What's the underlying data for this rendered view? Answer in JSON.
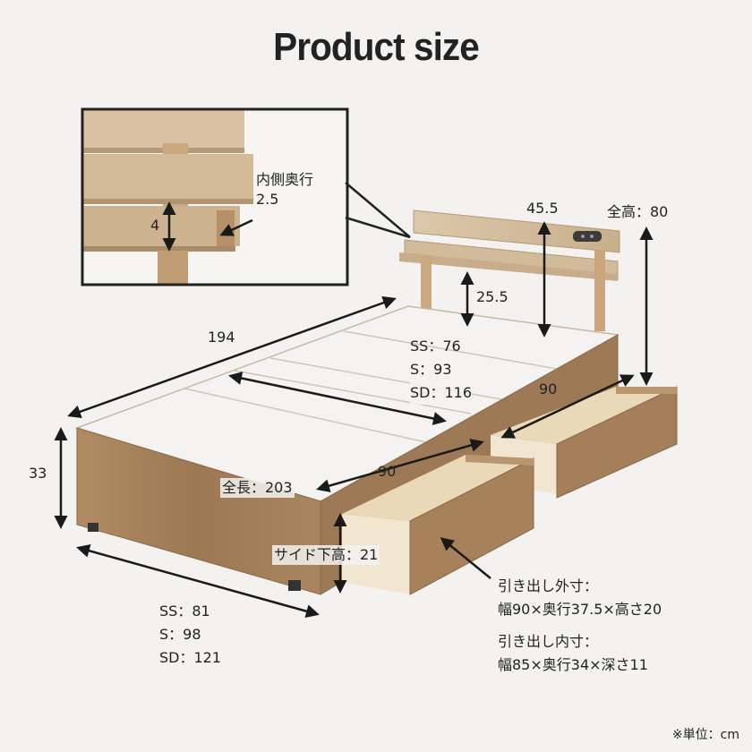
{
  "title": "Product size",
  "inset": {
    "label_depth_line1": "内側奥行",
    "label_depth_line2": "2.5",
    "label_height": "4"
  },
  "dimensions": {
    "headboard_width": "45.5",
    "total_height": "全高：80",
    "headboard_gap": "25.5",
    "length_194": "194",
    "height_33": "33",
    "frame_width_inner": [
      "SS：76",
      "S：93",
      "SD：116"
    ],
    "drawer_width_back": "90",
    "drawer_width_front": "90",
    "total_length": "全長：203",
    "side_under_height": "サイド下高：21",
    "frame_width_outer": [
      "SS：81",
      "S：98",
      "SD：121"
    ]
  },
  "drawer_specs": {
    "outer_title": "引き出し外寸：",
    "outer_value": "幅90×奥行37.5×高さ20",
    "inner_title": "引き出し内寸：",
    "inner_value": "幅85×奥行34×深さ11"
  },
  "unit_note": "※単位：cm",
  "colors": {
    "background": "#f3f2f0",
    "wood": "#a4805a",
    "wood_light": "#d9c3a5",
    "mattress_board": "#f4f3f1",
    "arrow": "#1a1a1a"
  }
}
